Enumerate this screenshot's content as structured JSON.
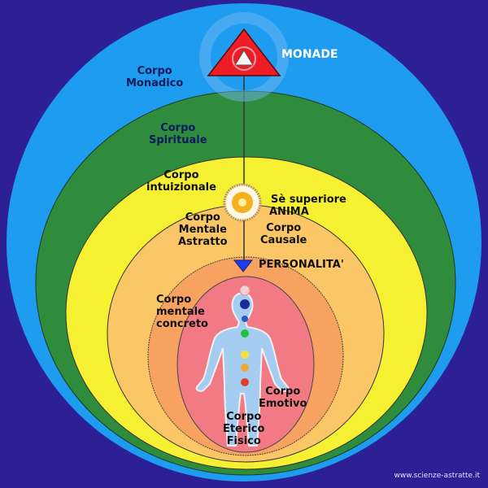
{
  "labels": {
    "monade": "MONADE",
    "corpo_monadico": "Corpo\nMonadico",
    "corpo_spirituale": "Corpo\nSpirituale",
    "corpo_intuizionale": "Corpo\nintuizionale",
    "se_superiore": "Sè superiore",
    "anima": "ANIMA",
    "corpo_mentale_astratto": "Corpo\nMentale\nAstratto",
    "corpo_causale": "Corpo\nCausale",
    "personalita": "PERSONALITA'",
    "corpo_mentale_concreto": "Corpo\nmentale\nconcreto",
    "corpo_emotivo": "Corpo\nEmotivo",
    "corpo_eterico_fisico": "Corpo\nEterico\nFisico"
  },
  "website": "www.scienze-astratte.it",
  "colors": {
    "background": "#2d1f96",
    "monadic": "#1e9cf0",
    "spiritual": "#2f8c3c",
    "intuitional": "#f5f032",
    "causal": "#fbc766",
    "mental_concrete": "#f8a262",
    "emotional": "#f27a84",
    "body": "#a5cdf2",
    "monad_triangle": "#ee1c24",
    "personality_triangle": "#1e3cf0"
  },
  "icons": [
    "monad-triangle-icon",
    "lotus-soul-icon",
    "personality-triangle-icon",
    "human-body-figure"
  ],
  "chakras": [
    "#f4d0d8",
    "#1a2d9a",
    "#2a5bc0",
    "#22c040",
    "#f4e23a",
    "#f0a832",
    "#e0402a"
  ]
}
